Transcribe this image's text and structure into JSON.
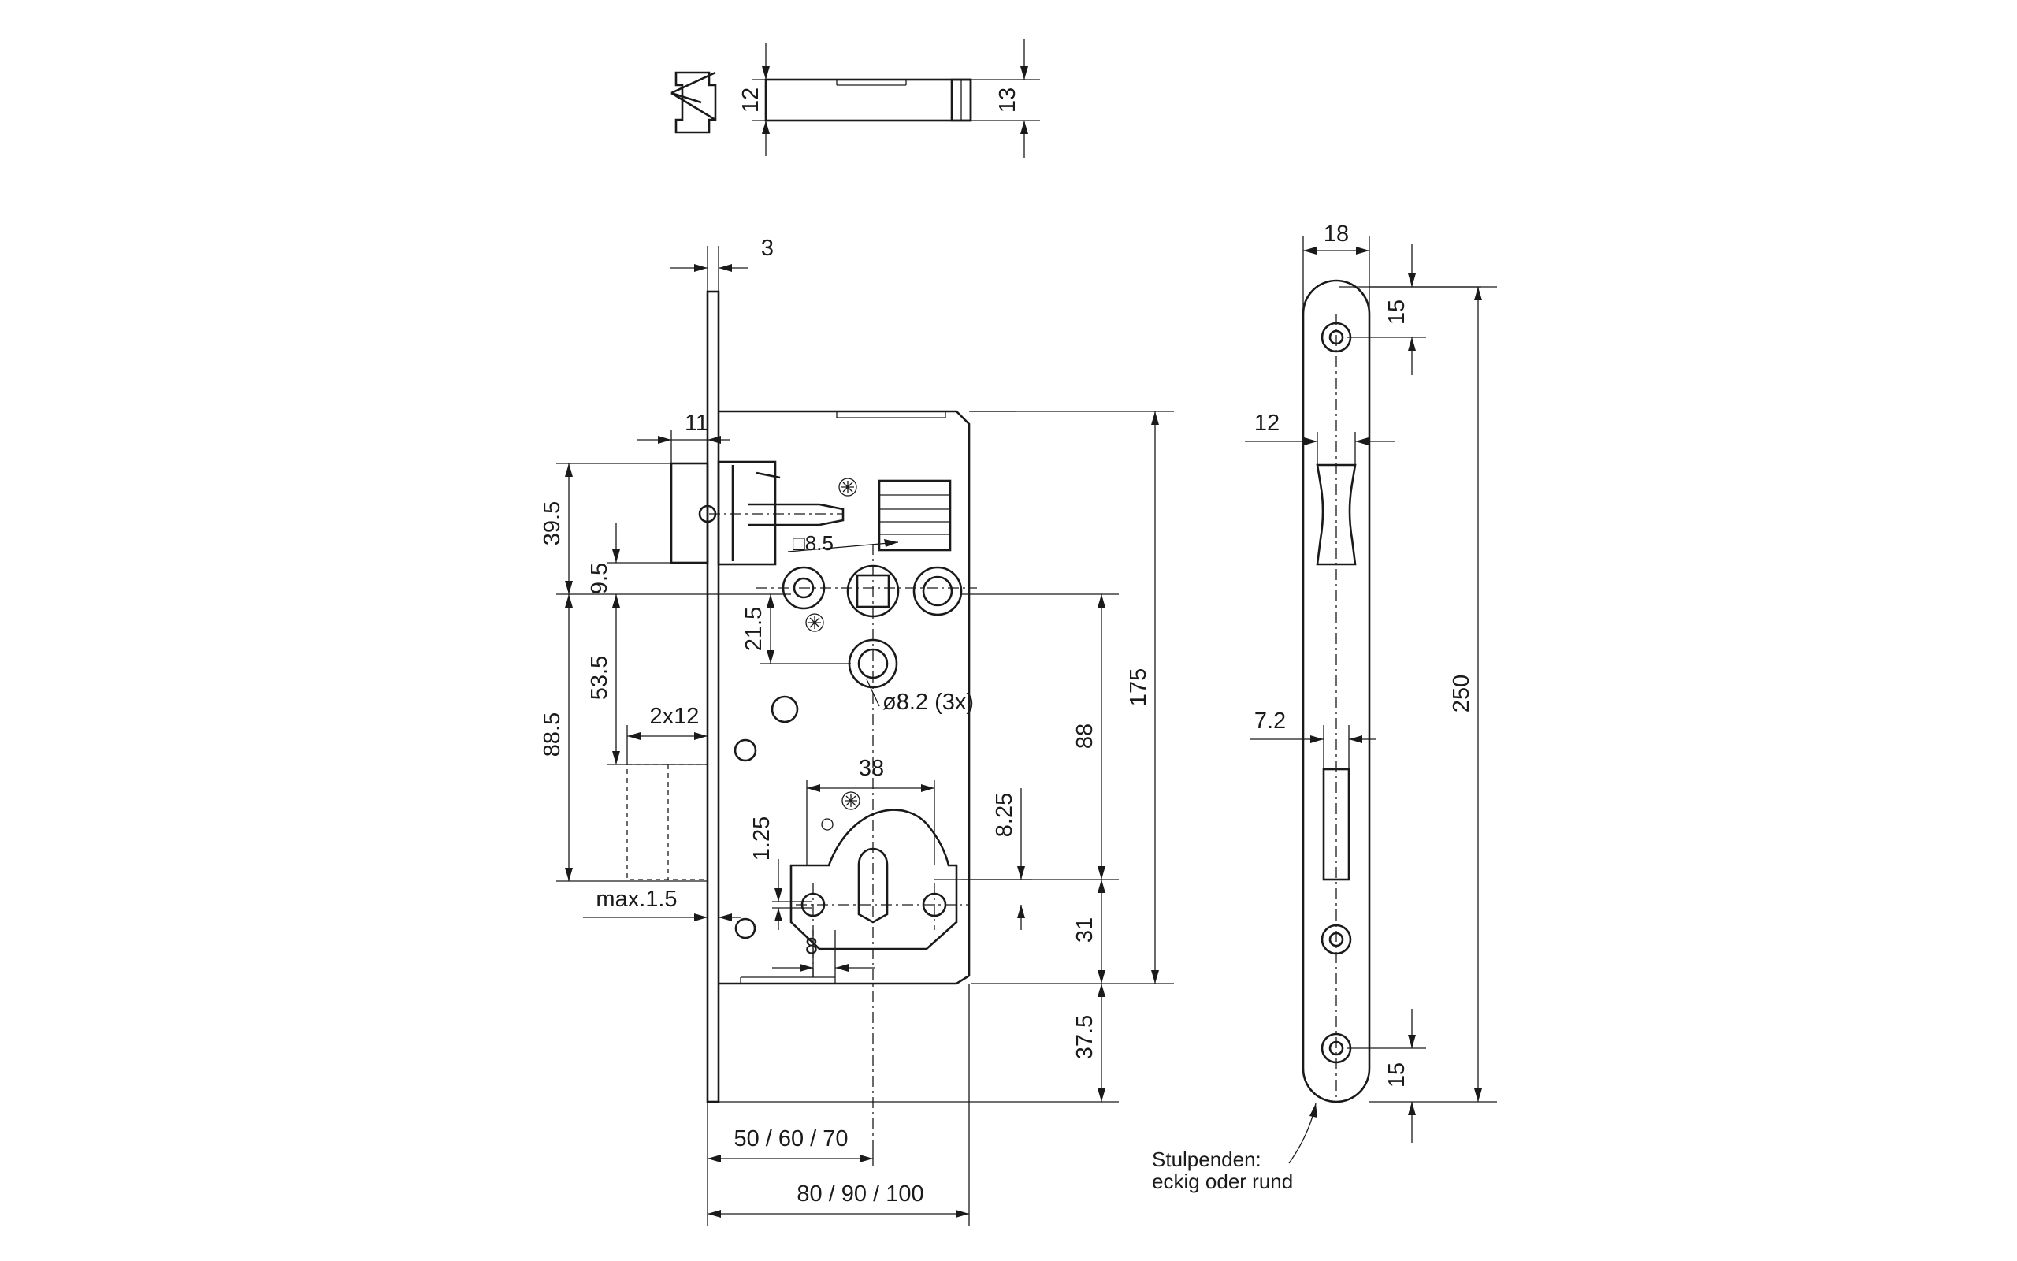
{
  "dimensions": {
    "top_bolt_height": "12",
    "top_bolt_face": "13",
    "faceplate_thickness": "3",
    "latch_projection": "11",
    "d_39_5": "39.5",
    "d_9_5": "9.5",
    "spindle_square": "□8.5",
    "d_21_5": "21.5",
    "fixing_holes": "ø8.2 (3x)",
    "d_53_5": "53.5",
    "d_88_5": "88.5",
    "bolt_2x12": "2x12",
    "d_38": "38",
    "d_1_25": "1.25",
    "d_8_25": "8.25",
    "d_88": "88",
    "d_175": "175",
    "d_max_1_5": "max.1.5",
    "d_8": "8",
    "d_31": "31",
    "d_37_5": "37.5",
    "backset": "50 / 60 / 70",
    "case_depth": "80 / 90 / 100",
    "fp_width": "18",
    "fp_15_top": "15",
    "fp_12": "12",
    "fp_250": "250",
    "fp_7_2": "7.2",
    "fp_15_bottom": "15"
  },
  "note": {
    "line1": "Stulpenden:",
    "line2": "eckig oder rund"
  }
}
